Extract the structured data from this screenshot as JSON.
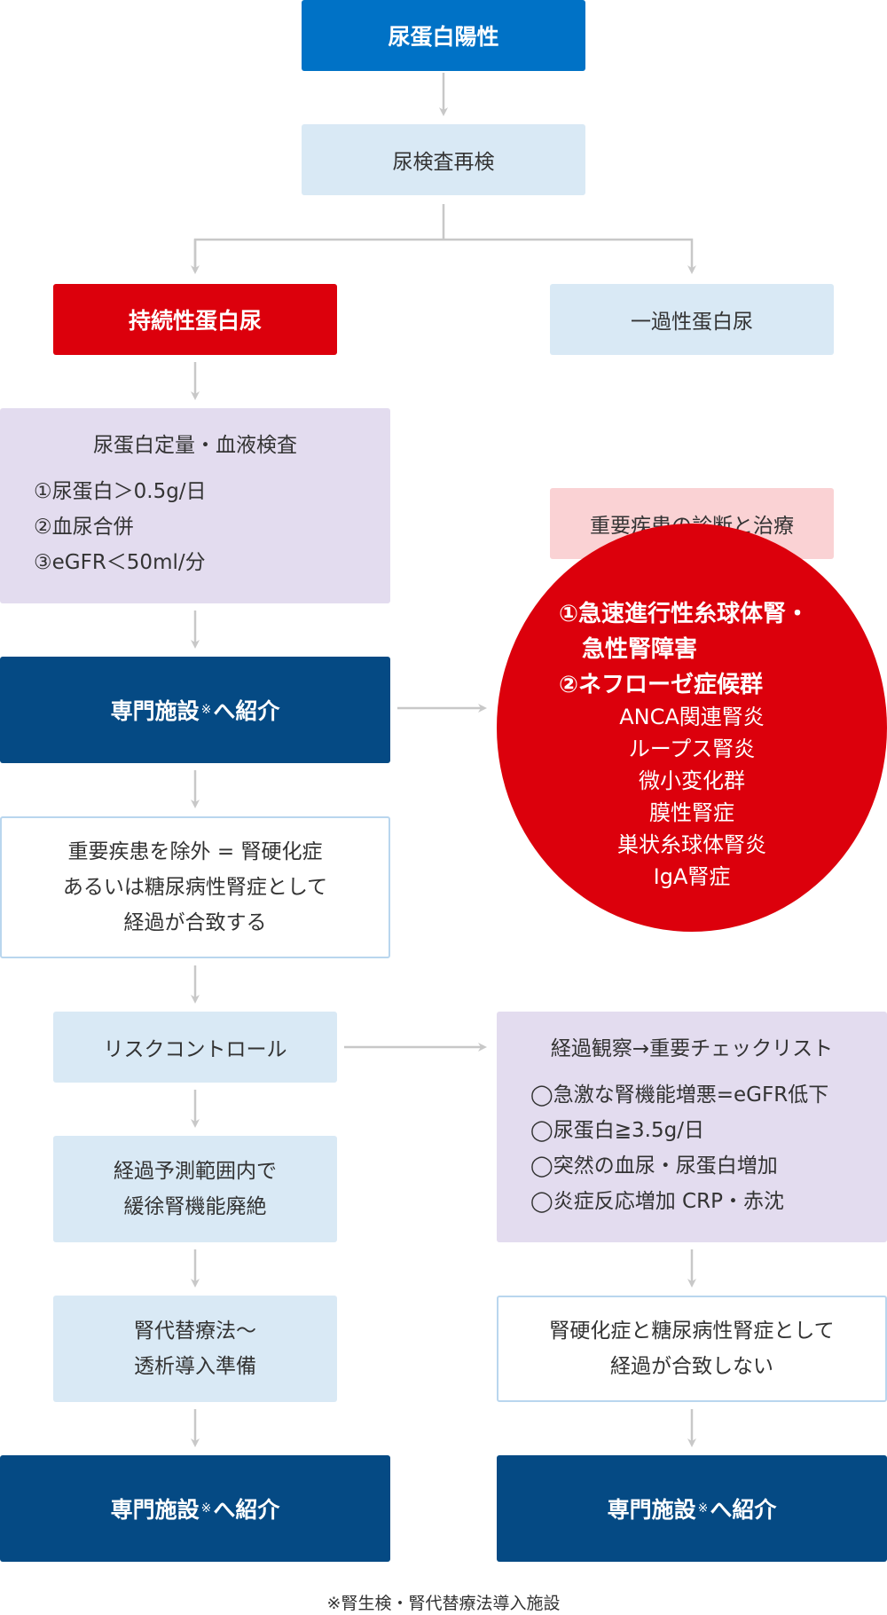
{
  "nodes": {
    "positive": "尿蛋白陽性",
    "recheck": "尿検査再検",
    "persistent": "持続性蛋白尿",
    "transient": "一過性蛋白尿",
    "quant": {
      "title": "尿蛋白定量・血液検査",
      "items": [
        "①尿蛋白＞0.5g/日",
        "②血尿合併",
        "③eGFR＜50ml/分"
      ]
    },
    "refer1": "専門施設",
    "important_title": "重要疾患の診断と治療",
    "important": {
      "main": [
        "①急速進行性糸球体腎・",
        "　急性腎障害",
        "②ネフローゼ症候群"
      ],
      "sub": [
        "ANCA関連腎炎",
        "ループス腎炎",
        "微小変化群",
        "膜性腎症",
        "巣状糸球体腎炎",
        "IgA腎症"
      ]
    },
    "exclude": [
      "重要疾患を除外 = 腎硬化症",
      "あるいは糖尿病性腎症として",
      "経過が合致する"
    ],
    "risk": "リスクコントロール",
    "checklist": {
      "title": "経過観察→重要チェックリスト",
      "items": [
        "◯急激な腎機能増悪=eGFR低下",
        "◯尿蛋白≧3.5g/日",
        "◯突然の血尿・尿蛋白増加",
        "◯炎症反応増加 CRP・赤沈"
      ]
    },
    "decline": [
      "経過予測範囲内で",
      "緩徐腎機能廃絶"
    ],
    "not_match": [
      "腎硬化症と糖尿病性腎症として",
      "経過が合致しない"
    ],
    "rrt": [
      "腎代替療法〜",
      "透析導入準備"
    ],
    "refer2": "専門施設",
    "refer3": "専門施設",
    "refer_mark": "※",
    "refer_suffix": "へ紹介"
  },
  "footnote": "※腎生検・腎代替療法導入施設",
  "colors": {
    "blue": "#0072c6",
    "light_blue": "#d9e9f5",
    "red": "#dc000c",
    "navy": "#054a84",
    "lavender": "#e3dcef",
    "pink": "#fad2d4",
    "arrow": "#c8c8c8"
  }
}
